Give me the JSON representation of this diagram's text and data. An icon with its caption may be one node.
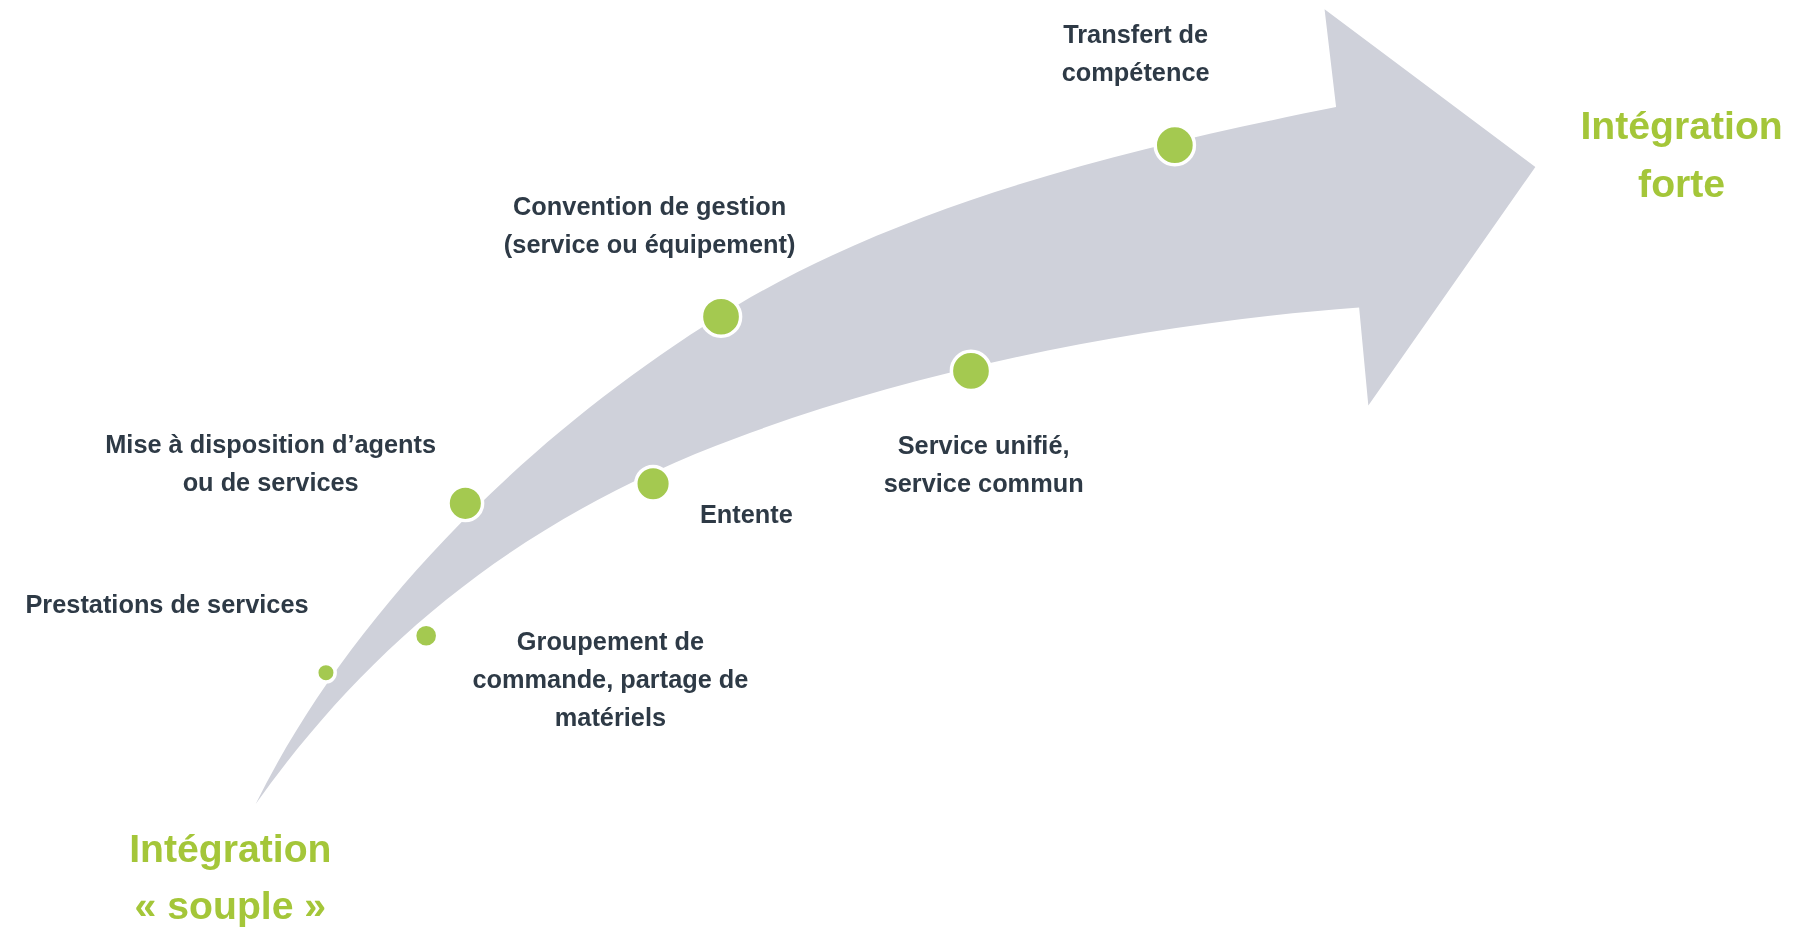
{
  "diagram": {
    "nodes": [
      {
        "text": [],
        "shape": "arrow"
      },
      {
        "text": [],
        "shape": "circle",
        "in": 0,
        "beside": [
          "Prestations de services"
        ]
      },
      {
        "text": [],
        "shape": "circle",
        "in": 0,
        "beside": [
          "Groupement de commande, partage de matériels"
        ]
      },
      {
        "text": [],
        "shape": "circle",
        "in": 0,
        "beside": [
          "Mise à disposition d’agents ou de services"
        ]
      },
      {
        "text": [],
        "shape": "circle",
        "in": 0,
        "beside": [
          "Entente"
        ]
      },
      {
        "text": [],
        "shape": "circle",
        "in": 0,
        "beside": [
          "Convention de gestion (service ou équipement)"
        ]
      },
      {
        "text": [],
        "shape": "circle",
        "in": 0,
        "beside": [
          "Service unifié, service commun"
        ]
      },
      {
        "text": [],
        "shape": "circle",
        "in": 0,
        "beside": [
          "Transfert de compétence"
        ]
      }
    ],
    "labels": [
      "Intégration « souple »",
      "Intégration forte"
    ]
  }
}
